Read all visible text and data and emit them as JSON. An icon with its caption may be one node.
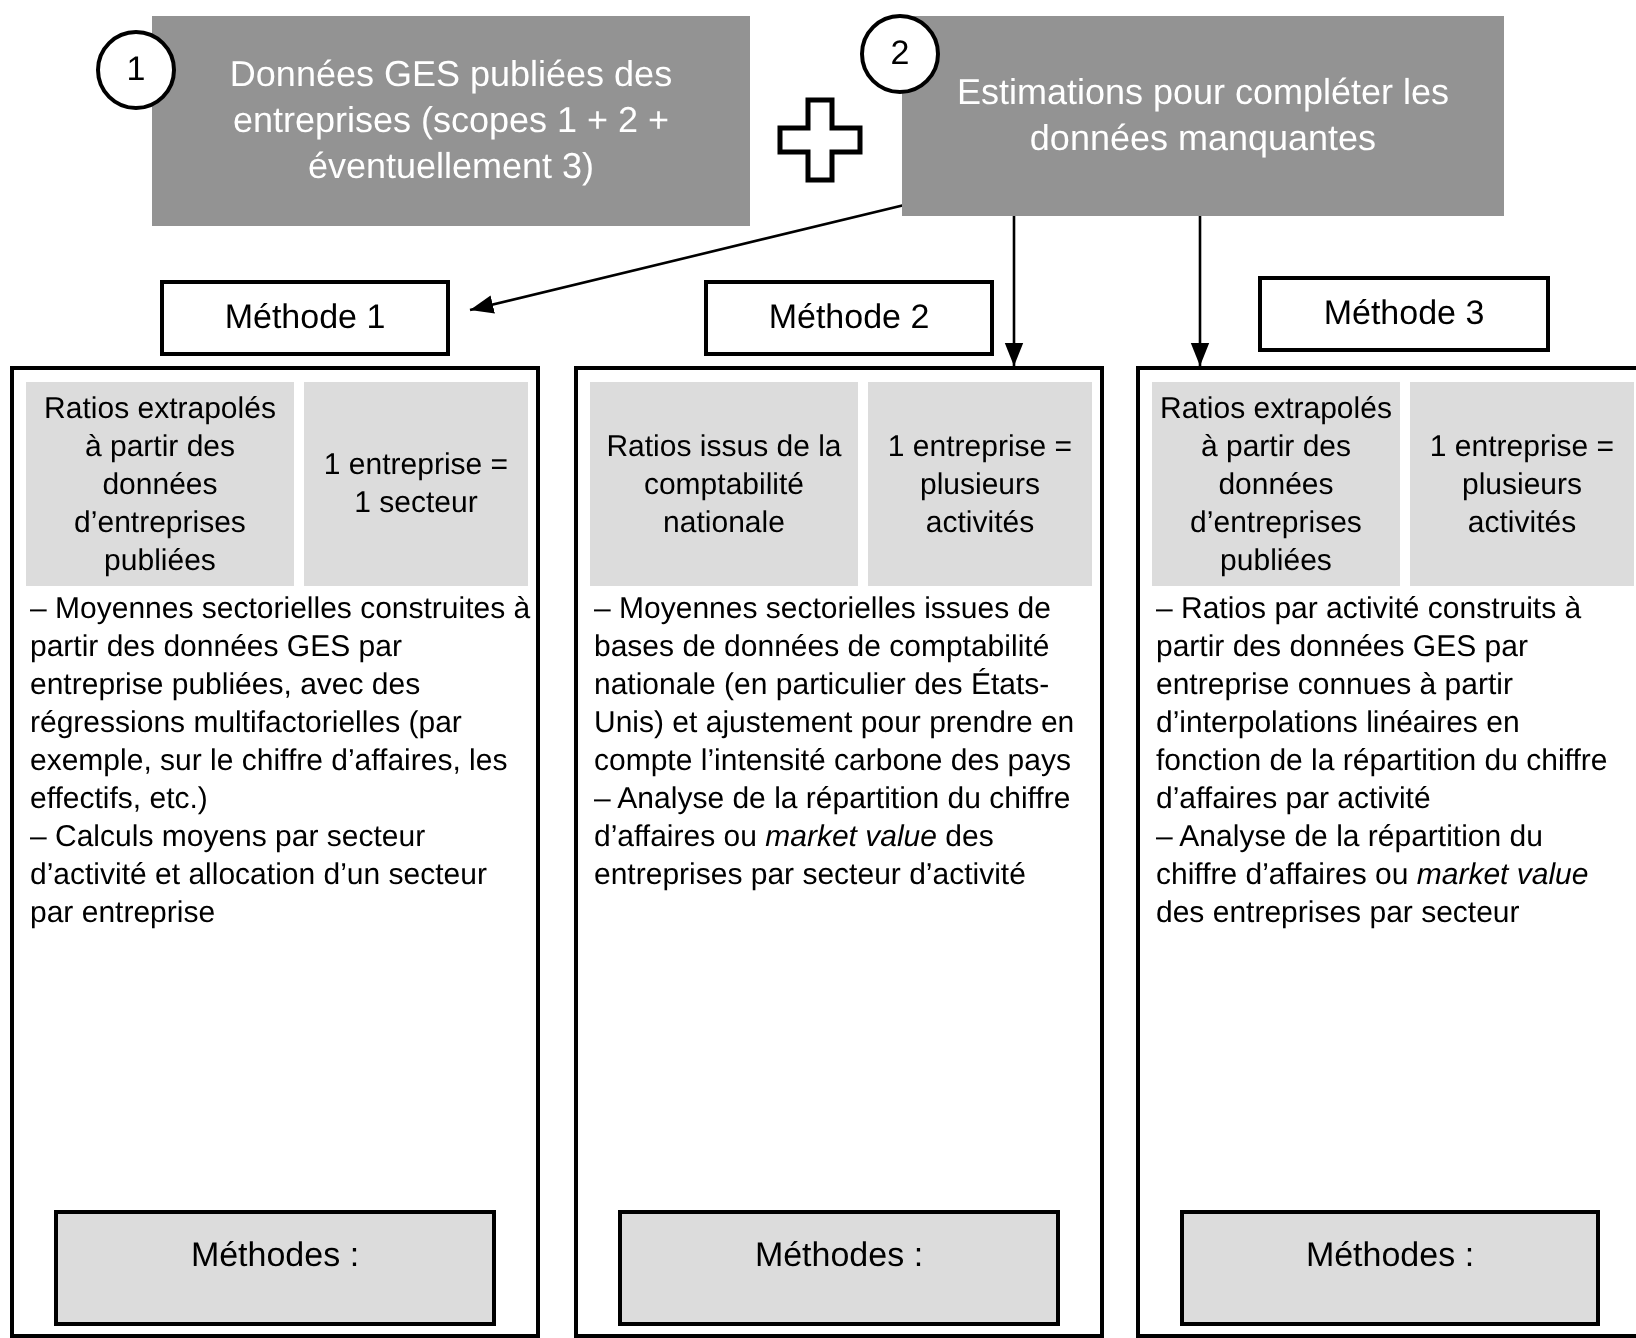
{
  "diagram": {
    "nodes": [
      {
        "text": [
          "1"
        ]
      },
      {
        "text": [
          "Données GES publiées des entreprises (scopes 1 + 2 + éventuellement 3)"
        ]
      },
      {
        "text": [
          "2"
        ]
      },
      {
        "text": [
          "Estimations pour compléter les données manquantes"
        ]
      },
      {
        "text": [
          "Méthode 1"
        ]
      },
      {
        "text": [
          "Méthode 2"
        ]
      },
      {
        "text": [
          "Méthode 3"
        ]
      },
      {
        "text": [
          "– Moyennes sectorielles construites à partir des données GES par entreprise publiées, avec des régressions multifactorielles (par exemple, sur le chiffre d’affaires, les effectifs, etc.)",
          "– Calculs moyens par secteur d’activité et allocation d’un secteur par entreprise"
        ]
      },
      {
        "text": [
          "Ratios extrapolés à partir des données d’entreprises publiées"
        ],
        "in": 7
      },
      {
        "text": [
          "1 entreprise = 1 secteur"
        ],
        "in": 7
      },
      {
        "text": [
          "Méthodes :"
        ],
        "in": 7
      },
      {
        "text": [
          "– Moyennes sectorielles issues de bases de données de comptabilité nationale (en particulier des États-Unis) et ajustement pour prendre en compte l’intensité carbone des pays",
          "– Analyse de la répartition du chiffre d’affaires ou *market value* des entreprises par secteur d’activité"
        ]
      },
      {
        "text": [
          "Ratios issus de la comptabilité nationale"
        ],
        "in": 11
      },
      {
        "text": [
          "1 entreprise = plusieurs activités"
        ],
        "in": 11
      },
      {
        "text": [
          "Méthodes :"
        ],
        "in": 11
      },
      {
        "text": [
          "– Ratios par activité construits à partir des données GES par entreprise connues à partir d’interpolations linéaires en fonction de la répartition du chiffre d’affaires par activité",
          "– Analyse de la répartition du chiffre d’affaires ou *market value* des entreprises par secteur"
        ]
      },
      {
        "text": [
          "Ratios extrapolés à partir des données d’entreprises publiées"
        ],
        "in": 15
      },
      {
        "text": [
          "1 entreprise = plusieurs activités"
        ],
        "in": 15
      },
      {
        "text": [
          "Méthodes :"
        ],
        "in": 15
      }
    ],
    "edges": [
      {
        "from": 3,
        "to": 4,
        "arrow": "to"
      },
      {
        "from": 3,
        "to": 11,
        "arrow": "to"
      },
      {
        "from": 3,
        "to": 15,
        "arrow": "to"
      }
    ]
  }
}
